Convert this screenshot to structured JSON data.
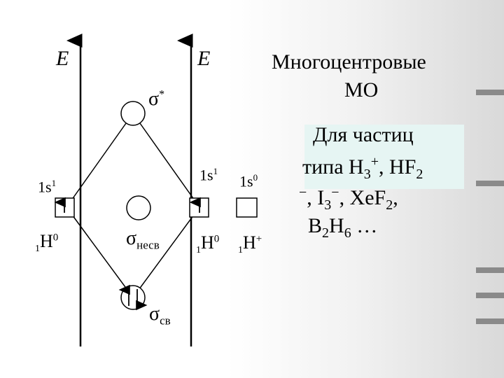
{
  "title": {
    "line1": "Многоцентровые",
    "line2": "МО"
  },
  "axis_label": "E",
  "orbitals": {
    "sigma_star": {
      "symbol": "σ",
      "sup": "*"
    },
    "sigma_nonbonding": {
      "symbol": "σ",
      "sub": "несв"
    },
    "sigma_bonding": {
      "symbol": "σ",
      "sub": "св"
    }
  },
  "left_atom": {
    "config": {
      "main": "1s",
      "sup": "1"
    },
    "symbol": {
      "pre": "1",
      "main": "H",
      "sup": "0"
    }
  },
  "right_atoms": [
    {
      "config": {
        "main": "1s",
        "sup": "1"
      },
      "symbol": {
        "pre": "1",
        "main": "H",
        "sup": "0"
      }
    },
    {
      "config": {
        "main": "1s",
        "sup": "0"
      },
      "symbol": {
        "pre": "1",
        "main": "H",
        "sup": "+"
      }
    }
  ],
  "note": {
    "l1": "Для частиц",
    "l2a": "типа H",
    "l2b": "3",
    "l2c": "+",
    "l2d": ", HF",
    "l2e": "2",
    "l3a": "−",
    "l3b": ", I",
    "l3c": "3",
    "l3d": "−",
    "l3e": ", XeF",
    "l3f": "2",
    "l3g": ",",
    "l4a": "B",
    "l4b": "2",
    "l4c": "H",
    "l4d": "6",
    "l4e": " …"
  }
}
